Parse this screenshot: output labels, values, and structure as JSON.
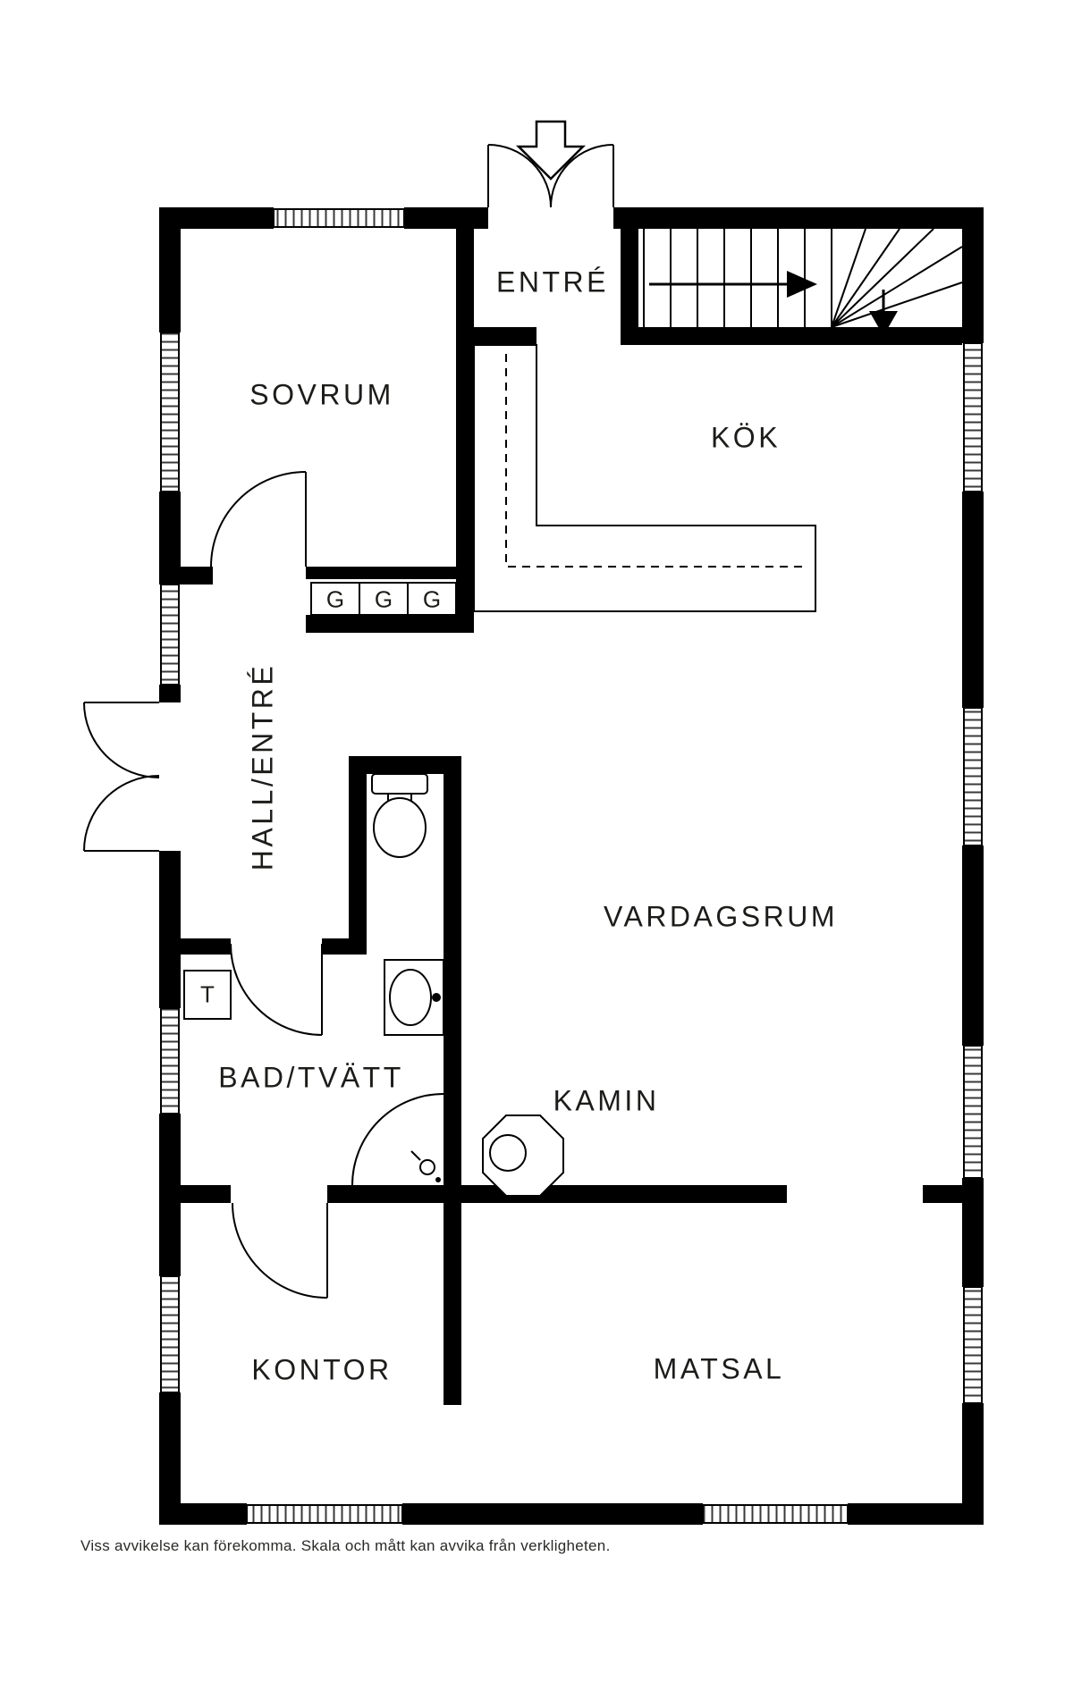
{
  "plan": {
    "rooms": {
      "entre": "ENTRÉ",
      "sovrum": "SOVRUM",
      "kok": "KÖK",
      "hall": "HALL/ENTRÉ",
      "vardagsrum": "VARDAGSRUM",
      "bad": "BAD/TVÄTT",
      "kamin": "KAMIN",
      "kontor": "KONTOR",
      "matsal": "MATSAL"
    },
    "closets": {
      "g1": "G",
      "g2": "G",
      "g3": "G"
    },
    "appliances": {
      "t": "T"
    },
    "footer": {
      "disclaimer": "Viss avvikelse kan förekomma. Skala och mått kan avvika från verkligheten."
    },
    "colors": {
      "wall": "#000000",
      "background": "#ffffff",
      "text": "#1c1c1a"
    }
  }
}
